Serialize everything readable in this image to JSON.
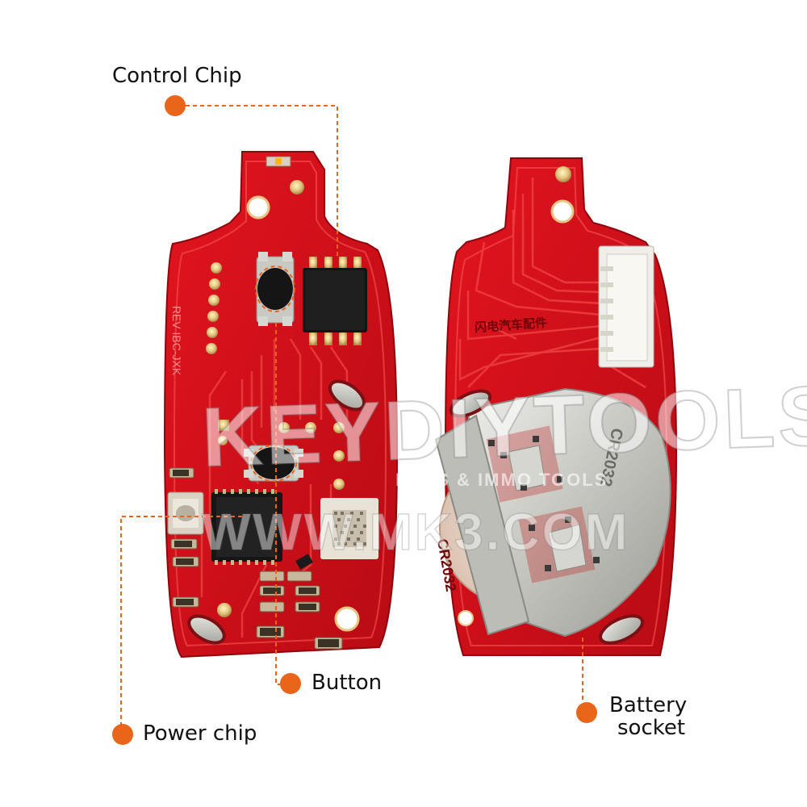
{
  "labels": {
    "control_chip": "Control Chip",
    "button": "Button",
    "power_chip": "Power chip",
    "battery_socket_line1": "Battery",
    "battery_socket_line2": "socket"
  },
  "pcb_markings": {
    "front_silkscreen": "REV IBC-JXK",
    "battery_cell": "CR2032",
    "clip_stamp": "CR2032",
    "back_chinese": "闪电汽车配件"
  },
  "watermark": {
    "brand": "KEYDIYTOOLS",
    "tagline": "KEYS & IMMO TOOLS",
    "url": "WWW.MK3.COM"
  },
  "colors": {
    "accent": "#e8651a",
    "pcb_red": "#d3111c",
    "pcb_dark": "#a8070f",
    "metal": "#c9c9c3"
  }
}
